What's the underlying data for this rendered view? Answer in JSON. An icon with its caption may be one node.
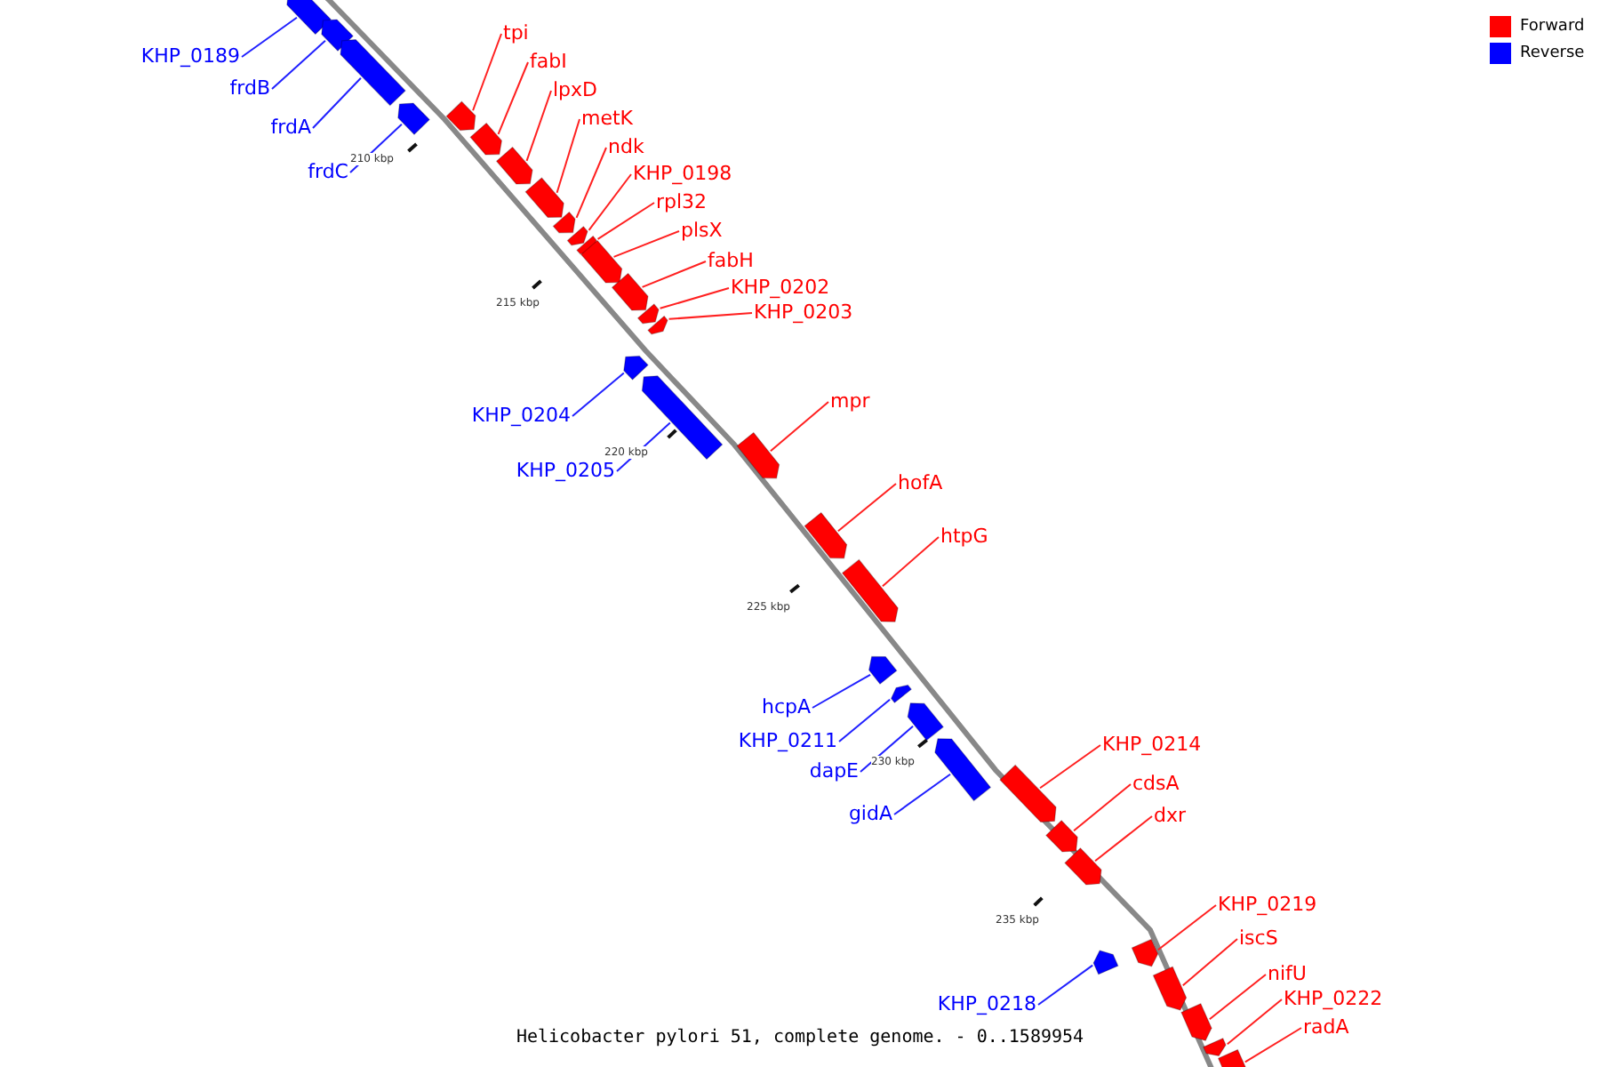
{
  "diagram": {
    "caption": "Helicobacter pylori 51, complete genome. - 0..1589954",
    "nodes": [
      {
        "text": [
          "KHP_0189"
        ]
      },
      {
        "text": [],
        "shape": "bar"
      },
      {
        "text": [
          "frdB"
        ]
      },
      {
        "text": [],
        "shape": "bar"
      },
      {
        "text": [
          "frdA"
        ]
      },
      {
        "text": [],
        "shape": "bar"
      },
      {
        "text": [
          "frdC"
        ]
      },
      {
        "text": [],
        "shape": "bar"
      },
      {
        "text": [
          "tpi"
        ]
      },
      {
        "text": [],
        "shape": "bar"
      },
      {
        "text": [
          "fabI"
        ]
      },
      {
        "text": [],
        "shape": "bar"
      },
      {
        "text": [
          "lpxD"
        ]
      },
      {
        "text": [],
        "shape": "bar"
      },
      {
        "text": [
          "metK"
        ]
      },
      {
        "text": [],
        "shape": "bar"
      },
      {
        "text": [
          "ndk"
        ]
      },
      {
        "text": [],
        "shape": "bar"
      },
      {
        "text": [
          "KHP_0198"
        ]
      },
      {
        "text": [],
        "shape": "bar"
      },
      {
        "text": [
          "rpl32"
        ]
      },
      {
        "text": [],
        "shape": "bar"
      },
      {
        "text": [
          "plsX"
        ]
      },
      {
        "text": [],
        "shape": "bar"
      },
      {
        "text": [
          "fabH"
        ]
      },
      {
        "text": [],
        "shape": "bar"
      },
      {
        "text": [
          "KHP_0202"
        ]
      },
      {
        "text": [],
        "shape": "bar"
      },
      {
        "text": [
          "KHP_0203"
        ]
      },
      {
        "text": [],
        "shape": "bar"
      },
      {
        "text": [
          "KHP_0204"
        ]
      },
      {
        "text": [],
        "shape": "bar"
      },
      {
        "text": [
          "KHP_0205"
        ]
      },
      {
        "text": [],
        "shape": "bar"
      },
      {
        "text": [
          "mpr"
        ]
      },
      {
        "text": [],
        "shape": "bar"
      },
      {
        "text": [
          "hofA"
        ]
      },
      {
        "text": [],
        "shape": "bar"
      },
      {
        "text": [
          "htpG"
        ]
      },
      {
        "text": [],
        "shape": "bar"
      },
      {
        "text": [
          "hcpA"
        ]
      },
      {
        "text": [],
        "shape": "bar"
      },
      {
        "text": [
          "KHP_0211"
        ]
      },
      {
        "text": [],
        "shape": "bar"
      },
      {
        "text": [
          "dapE"
        ]
      },
      {
        "text": [],
        "shape": "bar"
      },
      {
        "text": [
          "gidA"
        ]
      },
      {
        "text": [],
        "shape": "bar"
      },
      {
        "text": [
          "KHP_0214"
        ]
      },
      {
        "text": [],
        "shape": "bar"
      },
      {
        "text": [
          "cdsA"
        ]
      },
      {
        "text": [],
        "shape": "bar"
      },
      {
        "text": [
          "dxr"
        ]
      },
      {
        "text": [],
        "shape": "bar"
      },
      {
        "text": [
          "KHP_0219"
        ]
      },
      {
        "text": [],
        "shape": "bar"
      },
      {
        "text": [
          "iscS"
        ]
      },
      {
        "text": [],
        "shape": "bar"
      },
      {
        "text": [
          "nifU"
        ]
      },
      {
        "text": [],
        "shape": "bar"
      },
      {
        "text": [
          "KHP_0222"
        ]
      },
      {
        "text": [],
        "shape": "bar"
      },
      {
        "text": [
          "KHP_0218"
        ]
      },
      {
        "text": [],
        "shape": "bar"
      },
      {
        "text": [
          "radA"
        ]
      },
      {
        "text": [],
        "shape": "bar"
      }
    ],
    "edges": [
      {
        "from": 0,
        "to": 1,
        "arrow": "none",
        "color": "#2020ff"
      },
      {
        "from": 2,
        "to": 3,
        "arrow": "none",
        "color": "#2020ff"
      },
      {
        "from": 4,
        "to": 5,
        "arrow": "none",
        "color": "#2020ff"
      },
      {
        "from": 6,
        "to": 7,
        "arrow": "none",
        "color": "#2020ff"
      },
      {
        "from": 8,
        "to": 9,
        "arrow": "none"
      },
      {
        "from": 10,
        "to": 11,
        "arrow": "none"
      },
      {
        "from": 12,
        "to": 13,
        "arrow": "none"
      },
      {
        "from": 14,
        "to": 15,
        "arrow": "none"
      },
      {
        "from": 16,
        "to": 17,
        "arrow": "none"
      },
      {
        "from": 18,
        "to": 19,
        "arrow": "none"
      },
      {
        "from": 20,
        "to": 21,
        "arrow": "none"
      },
      {
        "from": 22,
        "to": 23,
        "arrow": "none"
      },
      {
        "from": 24,
        "to": 25,
        "arrow": "none"
      },
      {
        "from": 26,
        "to": 27,
        "arrow": "none"
      },
      {
        "from": 28,
        "to": 29,
        "arrow": "none"
      },
      {
        "from": 30,
        "to": 31,
        "arrow": "none",
        "color": "#2020ff"
      },
      {
        "from": 32,
        "to": 33,
        "arrow": "none",
        "color": "#2020ff"
      },
      {
        "from": 34,
        "to": 35,
        "arrow": "none"
      },
      {
        "from": 36,
        "to": 37,
        "arrow": "none"
      },
      {
        "from": 38,
        "to": 39,
        "arrow": "none"
      },
      {
        "from": 40,
        "to": 41,
        "arrow": "none",
        "color": "#2020ff"
      },
      {
        "from": 42,
        "to": 43,
        "arrow": "none",
        "color": "#2020ff"
      },
      {
        "from": 44,
        "to": 45,
        "arrow": "none",
        "color": "#2020ff"
      },
      {
        "from": 46,
        "to": 47,
        "arrow": "none",
        "color": "#2020ff"
      },
      {
        "from": 48,
        "to": 49,
        "arrow": "none"
      },
      {
        "from": 50,
        "to": 51,
        "arrow": "none"
      },
      {
        "from": 52,
        "to": 53,
        "arrow": "none"
      },
      {
        "from": 54,
        "to": 55,
        "arrow": "none"
      },
      {
        "from": 56,
        "to": 57,
        "arrow": "none"
      },
      {
        "from": 58,
        "to": 59,
        "arrow": "none"
      },
      {
        "from": 60,
        "to": 61,
        "arrow": "none"
      },
      {
        "from": 62,
        "to": 63,
        "arrow": "none",
        "color": "#2020ff"
      },
      {
        "from": 64,
        "to": 65,
        "arrow": "none"
      }
    ],
    "labels": [
      "210 kbp",
      "215 kbp",
      "220 kbp",
      "225 kbp",
      "230 kbp",
      "235 kbp"
    ],
    "legend": [
      {
        "text": "Forward",
        "color": "#ff0000"
      },
      {
        "text": "Reverse",
        "color": "#0000ff"
      }
    ]
  }
}
